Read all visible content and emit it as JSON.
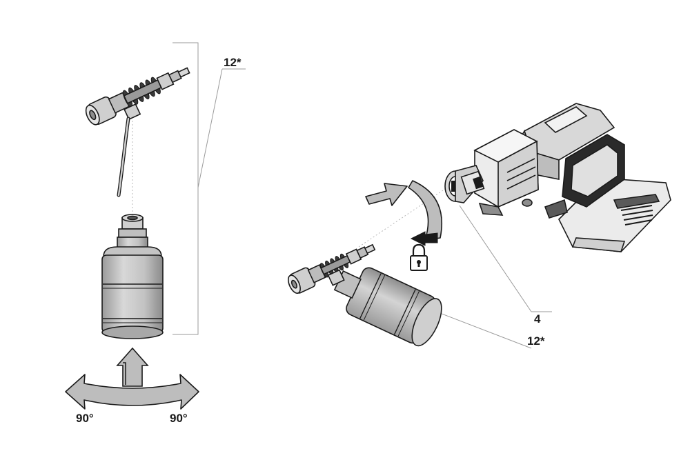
{
  "labels": {
    "part_12_left": "12*",
    "part_4": "4",
    "part_12_right": "12*",
    "angle_left": "90°",
    "angle_right": "90°"
  },
  "colors": {
    "part_gray": "#cfcfcf",
    "dark_gray": "#8d8d8d",
    "outline": "#1a1a1a",
    "arrow_gray": "#bdbdbd",
    "leader_line": "#9a9a9a"
  },
  "icons": [
    "padlock-icon",
    "rotate-arrow-icon",
    "push-arrow-icon"
  ]
}
